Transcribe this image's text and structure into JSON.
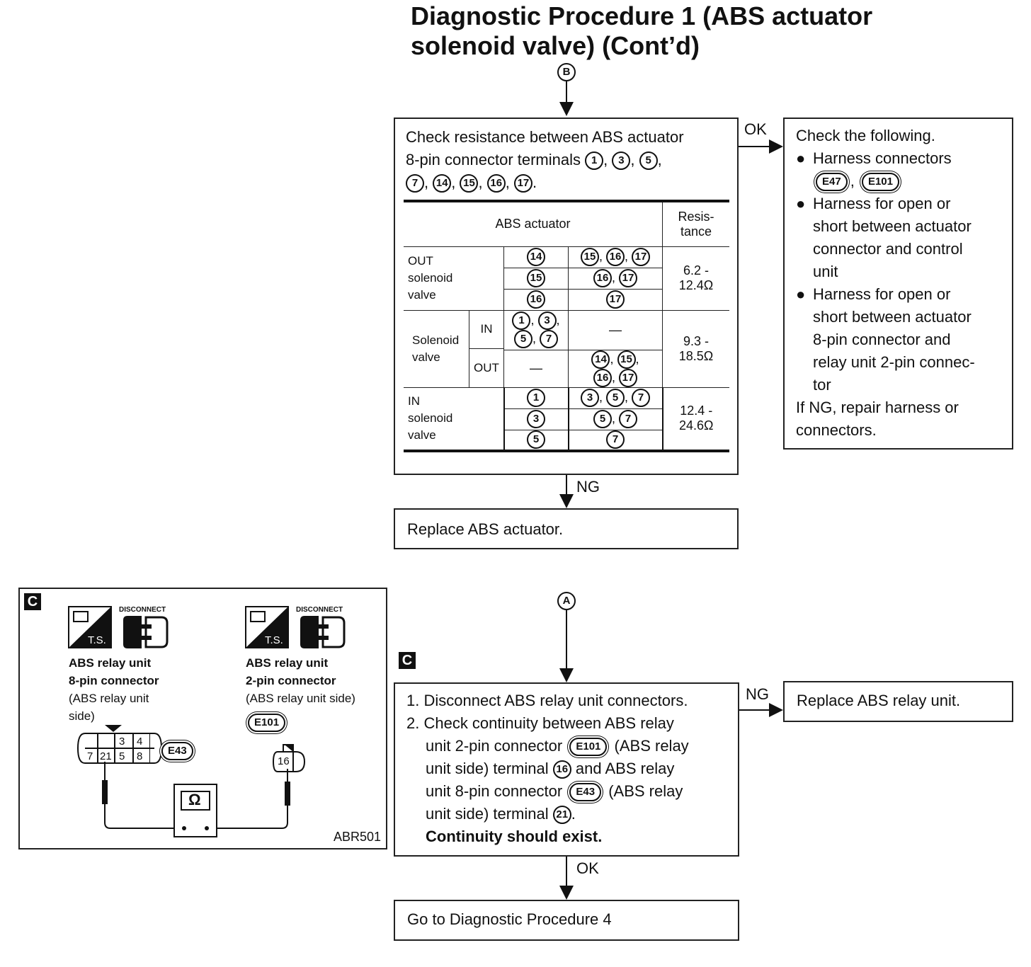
{
  "title_line1": "Diagnostic Procedure 1 (ABS actuator",
  "title_line2": "solenoid valve) (Cont’d)",
  "marker_b": "B",
  "marker_a": "A",
  "check_box": {
    "line1": "Check resistance between ABS actuator",
    "line2": "8-pin connector terminals",
    "terminals_row1": [
      "1",
      "3",
      "5"
    ],
    "terminals_row2": [
      "7",
      "14",
      "15",
      "16",
      "17"
    ]
  },
  "table": {
    "header_actuator": "ABS actuator",
    "header_resistance_1": "Resis-",
    "header_resistance_2": "tance",
    "out_group": [
      "OUT",
      "solenoid",
      "valve"
    ],
    "out_rows": [
      {
        "a": [
          "14"
        ],
        "b": [
          "15",
          "16",
          "17"
        ]
      },
      {
        "a": [
          "15"
        ],
        "b": [
          "16",
          "17"
        ]
      },
      {
        "a": [
          "16"
        ],
        "b": [
          "17"
        ]
      }
    ],
    "out_res_1": "6.2 -",
    "out_res_2": "12.4Ω",
    "sol_group": [
      "Solenoid",
      "valve"
    ],
    "sol_in": "IN",
    "sol_out": "OUT",
    "sol_in_a": [
      "1",
      "3",
      "5",
      "7"
    ],
    "sol_in_b": "—",
    "sol_out_a": "—",
    "sol_out_b": [
      "14",
      "15",
      "16",
      "17"
    ],
    "sol_res_1": "9.3 -",
    "sol_res_2": "18.5Ω",
    "in_group": [
      "IN",
      "solenoid",
      "valve"
    ],
    "in_rows": [
      {
        "a": [
          "1"
        ],
        "b": [
          "3",
          "5",
          "7"
        ]
      },
      {
        "a": [
          "3"
        ],
        "b": [
          "5",
          "7"
        ]
      },
      {
        "a": [
          "5"
        ],
        "b": [
          "7"
        ]
      }
    ],
    "in_res_1": "12.4 -",
    "in_res_2": "24.6Ω"
  },
  "ok1": "OK",
  "ng1": "NG",
  "check_following": {
    "title": "Check the following.",
    "b1": "Harness connectors",
    "conn1": "E47",
    "conn2": "E101",
    "b2_lines": [
      "Harness for open or",
      "short between actuator",
      "connector and control",
      "unit"
    ],
    "b3_lines": [
      "Harness for open or",
      "short between actuator",
      "8-pin connector and",
      "relay unit 2-pin connec-",
      "tor"
    ],
    "footer1": "If NG, repair harness or",
    "footer2": "connectors."
  },
  "replace_actuator": "Replace ABS actuator.",
  "c_label": "C",
  "step_box": {
    "s1": "1. Disconnect ABS relay unit connectors.",
    "s2a": "2. Check continuity between ABS relay",
    "s2b": "unit 2-pin connector",
    "e101": "E101",
    "s2b_tail": "(ABS relay",
    "s2c": "unit side) terminal",
    "t16": "16",
    "s2c_tail": "and ABS relay",
    "s2d": "unit 8-pin connector",
    "e43": "E43",
    "s2d_tail": "(ABS relay",
    "s2e": "unit side) terminal",
    "t21": "21",
    "bold": "Continuity should exist."
  },
  "ng2": "NG",
  "ok2": "OK",
  "replace_relay": "Replace ABS relay unit.",
  "goto4": "Go to Diagnostic Procedure 4",
  "diagram": {
    "ts": "T.S.",
    "disconnect": "DISCONNECT",
    "left_lines": [
      "ABS relay unit",
      "8-pin connector",
      "(ABS relay unit",
      "side)"
    ],
    "right_lines": [
      "ABS relay unit",
      "2-pin connector",
      "(ABS relay unit side)"
    ],
    "right_conn": "E101",
    "left_conn": "E43",
    "pins_top": [
      "3",
      "4"
    ],
    "pins_bottom": [
      "7",
      "21",
      "5",
      "8"
    ],
    "pin_right": "16",
    "ohm": "Ω",
    "code": "ABR501"
  }
}
